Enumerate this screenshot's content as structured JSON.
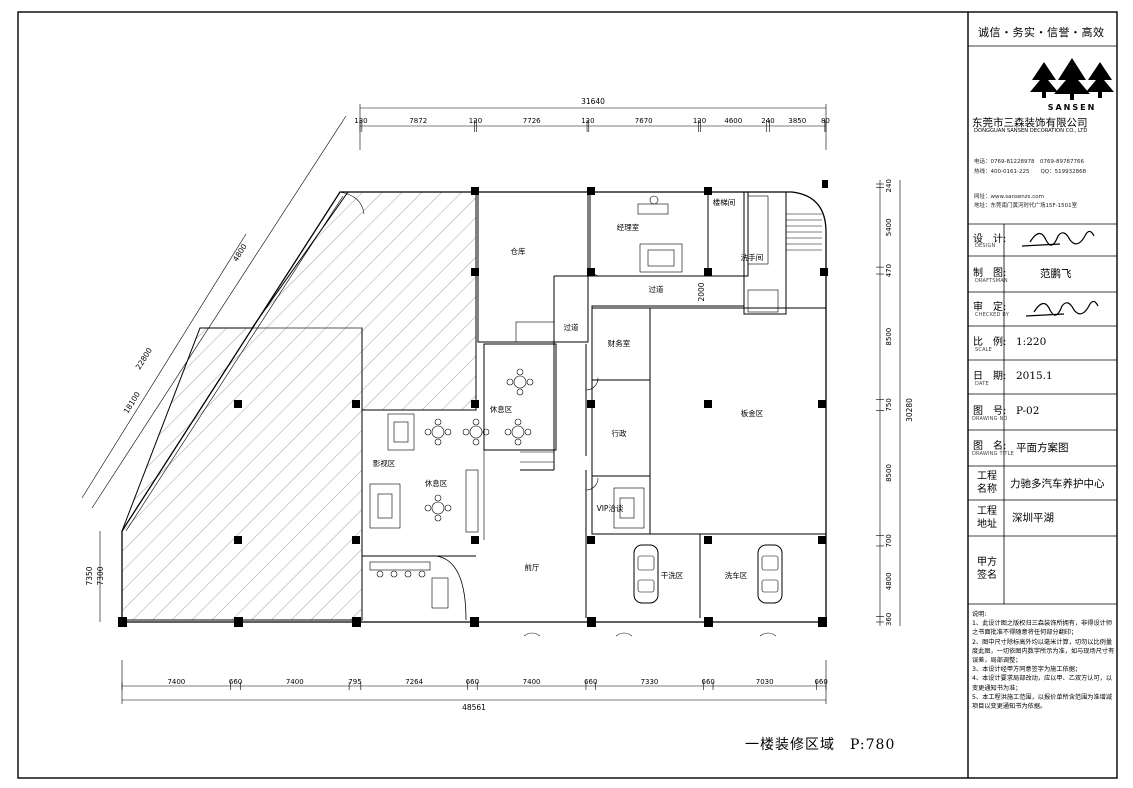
{
  "drawing": {
    "overall_width_top": "31640",
    "top_dims": [
      "130",
      "7872",
      "120",
      "7726",
      "120",
      "7670",
      "120",
      "4600",
      "240",
      "3850",
      "80"
    ],
    "overall_width_bottom": "48561",
    "bottom_dims": [
      "7400",
      "660",
      "7400",
      "795",
      "7264",
      "660",
      "7400",
      "660",
      "7330",
      "660",
      "7030",
      "660"
    ],
    "overall_height_right": "30280",
    "right_dims": [
      "240",
      "5400",
      "470",
      "8500",
      "750",
      "8500",
      "700",
      "4800",
      "360"
    ],
    "left_dims": [
      "7350",
      "7300"
    ],
    "diag_dims": [
      "4800",
      "22800",
      "18100"
    ],
    "corridor_dim": "2000",
    "rooms": {
      "warehouse": "仓库",
      "manager": "经理室",
      "stair": "楼梯间",
      "wash": "洗手间",
      "corridor_top": "过道",
      "corridor_mid": "过道",
      "finance": "财务室",
      "admin": "行政",
      "rest_top": "休息区",
      "rest_bottom": "休息区",
      "av": "影视区",
      "sheet_metal": "板金区",
      "vip": "VIP洽谈",
      "hall": "前厅",
      "dry_wash": "干洗区",
      "car_wash": "洗车区"
    },
    "plan_title": "一楼装修区域　P:780"
  },
  "titleblock": {
    "slogan": "诚信・务实・信誉・高效",
    "brand": "SANSEN",
    "company_cn": "东莞市三森装饰有限公司",
    "company_en": "DONGGUAN SANSEN DECORATION CO., LTD",
    "phone1": "电话：0769-81228978　0769-89787766",
    "phone2": "热线：400-0161-225　　QQ：519932868",
    "web": "网址：www.sansenzs.com",
    "address": "地址：东莞南门黄河时代广场15F-1501室",
    "design_label": "设　计:",
    "design_cap": "DESIGN",
    "draft_label": "制　图:",
    "draft_cap": "DRAFTSMAN",
    "draft_value": "范鹏飞",
    "check_label": "审　定:",
    "check_cap": "CHECKED BY",
    "scale_label": "比　例:",
    "scale_cap": "SCALE",
    "scale_value": "1:220",
    "date_label": "日　期:",
    "date_cap": "DATE",
    "date_value": "2015.1",
    "drawing_no_label": "图　号:",
    "drawing_no_cap": "DRAWING NO",
    "drawing_no_value": "P-02",
    "drawing_name_label": "图　名:",
    "drawing_name_cap": "DRAWING TITLE",
    "drawing_name_value": "平面方案图",
    "project_label": "工程\n名称",
    "project_value": "力驰多汽车养护中心",
    "site_label": "工程\n地址",
    "site_value": "深圳平湖",
    "client_label": "甲方\n签名",
    "notes_title": "说明:",
    "notes": [
      "1、此设计图之版权归三森装饰所拥有，非得设计师之书面批准不得随意将任何部分翻印；",
      "2、图中尺寸除标高外均以毫米计算，切勿以比例量度此图，一切依图内数字所示为准，如与现场尺寸有误差，局部调整；",
      "3、本设计经甲方同意签字为施工依据；",
      "4、本设计要求局部改动，应以甲、乙双方认可，以变更通知书为准；",
      "5、本工程洪施工范围，以报价单所含范围为准增减项目以变更通知书为依据。"
    ]
  }
}
